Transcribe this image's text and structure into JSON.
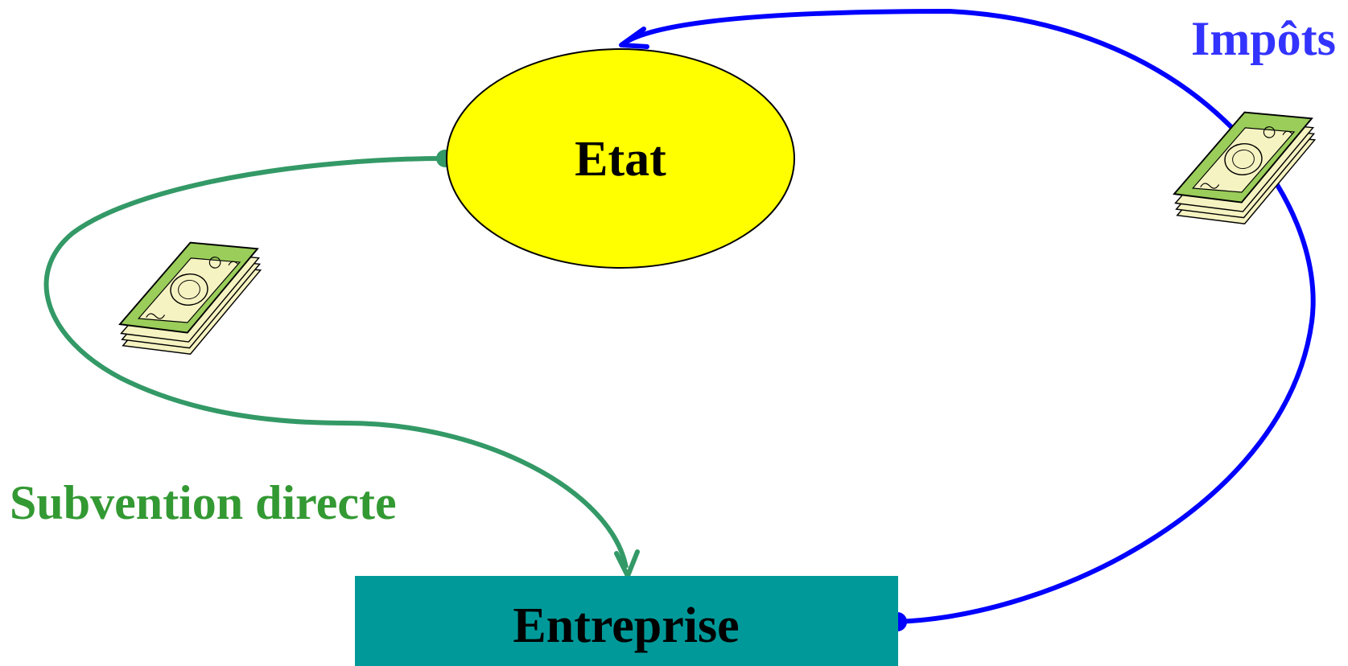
{
  "nodes": {
    "state": {
      "label": "Etat",
      "fill": "#ffff00"
    },
    "company": {
      "label": "Entreprise",
      "fill": "#009999"
    }
  },
  "flows": {
    "taxes": {
      "label": "Impôts",
      "color": "#0000ff",
      "label_color": "#3333ff"
    },
    "subsidy": {
      "label": "Subvention directe",
      "color": "#339966",
      "label_color": "#339933"
    }
  },
  "icons": {
    "taxes_money": "money-stack-icon",
    "subsidy_money": "money-stack-icon"
  }
}
